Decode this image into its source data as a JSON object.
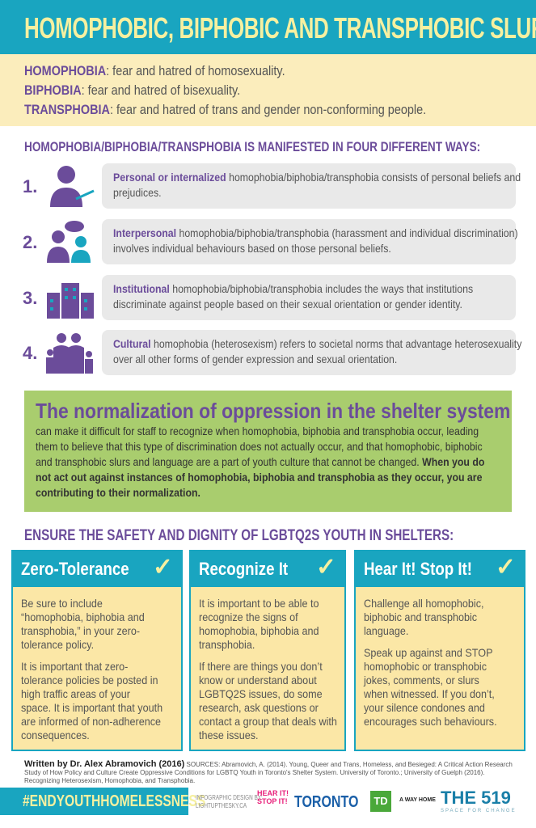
{
  "title": "HOMOPHOBIC, BIPHOBIC AND TRANSPHOBIC SLURS",
  "definitions": [
    {
      "term": "HOMOPHOBIA",
      "text": ": fear and hatred of homosexuality."
    },
    {
      "term": "BIPHOBIA",
      "text": ": fear and hatred of bisexuality."
    },
    {
      "term": "TRANSPHOBIA",
      "text": ": fear and hatred of trans and gender non-conforming people."
    }
  ],
  "ways_heading": "HOMOPHOBIA/BIPHOBIA/TRANSPHOBIA IS MANIFESTED IN FOUR DIFFERENT WAYS:",
  "ways": [
    {
      "num": "1.",
      "icon": "person-icon",
      "bold": "Personal or internalized",
      "text": " homophobia/biphobia/transphobia consists of personal beliefs and prejudices."
    },
    {
      "num": "2.",
      "icon": "people-speech-icon",
      "bold": "Interpersonal",
      "text": " homophobia/biphobia/transphobia (harassment and individual discrimination) involves individual behaviours based on those personal beliefs."
    },
    {
      "num": "3.",
      "icon": "buildings-icon",
      "bold": "Institutional",
      "text": " homophobia/biphobia/transphobia includes the ways that institutions discriminate against people based on their sexual orientation or gender identity."
    },
    {
      "num": "4.",
      "icon": "family-icon",
      "bold": "Cultural",
      "text": " homophobia (heterosexism) refers to societal norms that advantage heterosexuality over all other forms of gender expression and sexual orientation."
    }
  ],
  "normalization": {
    "heading": "The normalization of oppression in the shelter system",
    "text": "can make it difficult for staff to recognize when homophobia, biphobia and transphobia occur, leading them to believe that this type of discrimination does not actually occur, and that homophobic, biphobic and transphobic slurs and language are a part of youth culture that cannot be changed. ",
    "bold": "When you do not act out against instances of homophobia, biphobia and transphobia as they occur, you are contributing to their normalization."
  },
  "ensure_heading": "ENSURE THE SAFETY AND DIGNITY OF LGBTQ2S YOUTH IN SHELTERS:",
  "columns": [
    {
      "title": "Zero-Tolerance",
      "check": "✓",
      "paras": [
        "Be sure to include “homophobia, biphobia and transphobia,” in your zero-tolerance policy.",
        "It is important that zero-tolerance policies be posted in high traffic areas of your space. It is important that youth are informed of non-adherence consequences."
      ]
    },
    {
      "title": "Recognize It",
      "check": "✓",
      "paras": [
        "It is important to be able to recognize the signs of homophobia, biphobia and transphobia.",
        "If there are things you don’t know or understand about LGBTQ2S issues, do some research, ask questions or contact a group that deals with these issues."
      ]
    },
    {
      "title": "Hear It! Stop It!",
      "check": "✓",
      "paras": [
        "Challenge all homophobic, biphobic and transphobic language.",
        "Speak up against and STOP homophobic or transphobic jokes, comments, or slurs when witnessed. If you don’t, your silence condones and encourages such behaviours."
      ]
    }
  ],
  "credits": {
    "author": "Written by Dr. Alex Abramovich (2016)",
    "sources": "SOURCES: Abramovich, A. (2014). Young, Queer and Trans, Homeless, and Besieged: A Critical Action Research Study of How Policy and Culture Create Oppressive Conditions for LGBTQ Youth in Toronto's Shelter System. University of Toronto.; University of Guelph (2016). Recognizing Heterosexism, Homophobia, and Transphobia."
  },
  "footer": {
    "hashtag": "#ENDYOUTHHOMELESSNESS",
    "design": "INFOGRAPHIC DESIGN BY:",
    "design2": "LIGHTUPTHESKY.CA",
    "logos": {
      "hear": "HEAR IT!",
      "stop": "STOP IT!",
      "toronto": "TORONTO",
      "td": "TD",
      "wayhome": "A WAY HOME",
      "the519": "THE 519",
      "space": "SPACE FOR CHANGE"
    }
  },
  "colors": {
    "teal": "#19a5c0",
    "purple": "#6b4c9a",
    "yellow": "#fbedbc",
    "green": "#a9cd6e"
  }
}
